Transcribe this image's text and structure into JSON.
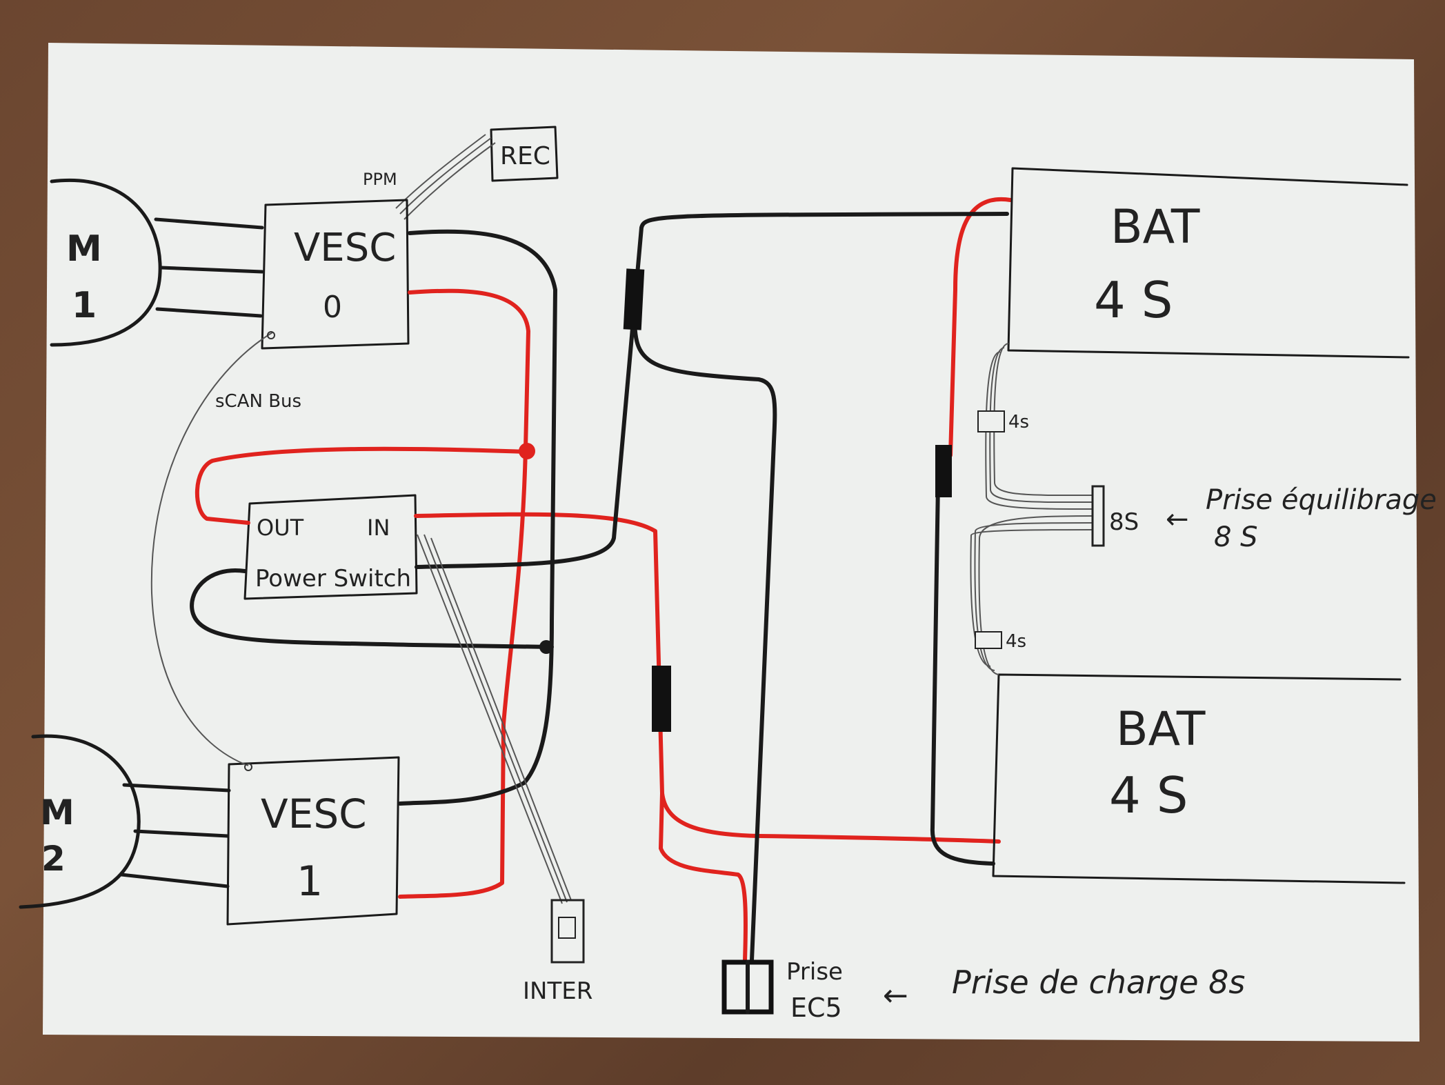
{
  "colors": {
    "paper": "#eef0ee",
    "table": "#6b4630",
    "ink": "#1a1a1a",
    "positive_wire": "#e0231e",
    "thin_wire": "#555555"
  },
  "motors": [
    {
      "letter": "M",
      "number": "1"
    },
    {
      "letter": "M",
      "number": "2"
    }
  ],
  "controllers": [
    {
      "name": "VESC",
      "id": "0"
    },
    {
      "name": "VESC",
      "id": "1"
    }
  ],
  "receiver": {
    "label": "REC",
    "signal": "PPM"
  },
  "can_bus": {
    "label": "sCAN Bus"
  },
  "power_switch": {
    "out": "OUT",
    "in": "IN",
    "name": "Power Switch"
  },
  "inter": {
    "label": "INTER"
  },
  "batteries": [
    {
      "label": "BAT",
      "cells": "4 S"
    },
    {
      "label": "BAT",
      "cells": "4 S"
    }
  ],
  "balance_connectors": {
    "top": "4s",
    "middle": "8S",
    "bottom": "4s"
  },
  "balance_note": {
    "line1": "Prise équilibrage",
    "line2": "8 S"
  },
  "charge_plug": {
    "line1": "Prise",
    "line2": "EC5"
  },
  "charge_note": "Prise de charge 8s",
  "arrows": {
    "balance": "←",
    "charge": "←"
  }
}
